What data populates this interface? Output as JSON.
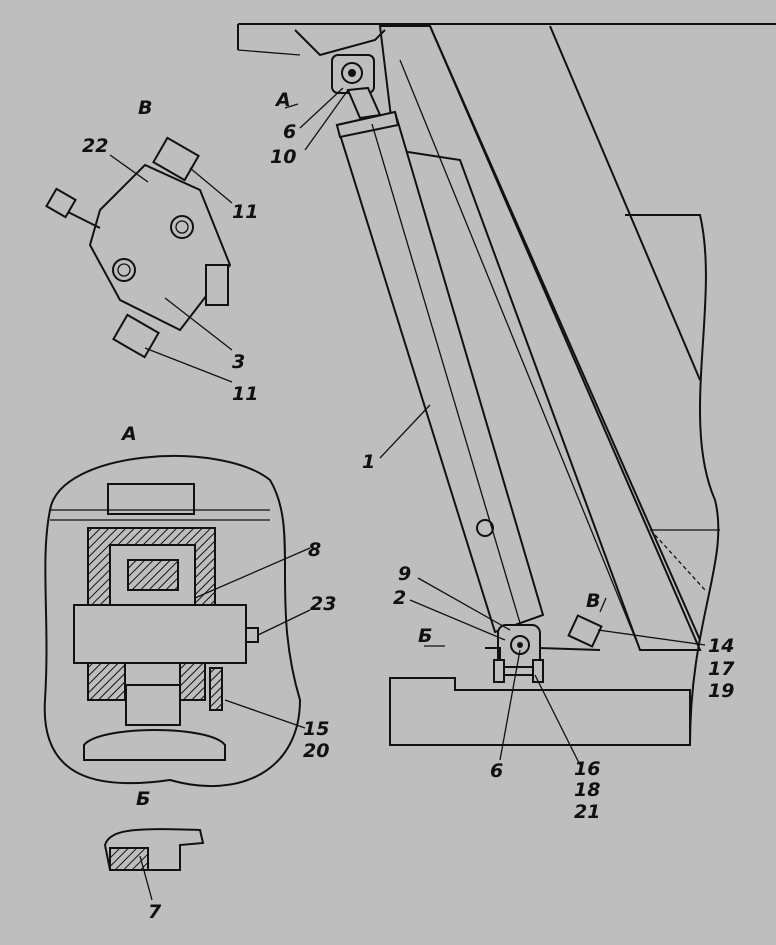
{
  "main_view": {
    "labels": {
      "view_a_marker": "А",
      "l6_top": "6",
      "l10": "10",
      "l1": "1",
      "l9": "9",
      "l2": "2",
      "view_b_marker": "Б",
      "view_v_marker": "В",
      "l14": "14",
      "l17": "17",
      "l19": "19",
      "l6_bottom": "6",
      "l16": "16",
      "l18": "18",
      "l21": "21"
    }
  },
  "view_v": {
    "title": "В",
    "labels": {
      "l22": "22",
      "l11_top": "11",
      "l3": "3",
      "l11_bottom": "11"
    }
  },
  "view_a": {
    "title": "А",
    "labels": {
      "l8": "8",
      "l23": "23",
      "l15": "15",
      "l20": "20"
    }
  },
  "view_b": {
    "title": "Б",
    "labels": {
      "l7": "7"
    }
  }
}
